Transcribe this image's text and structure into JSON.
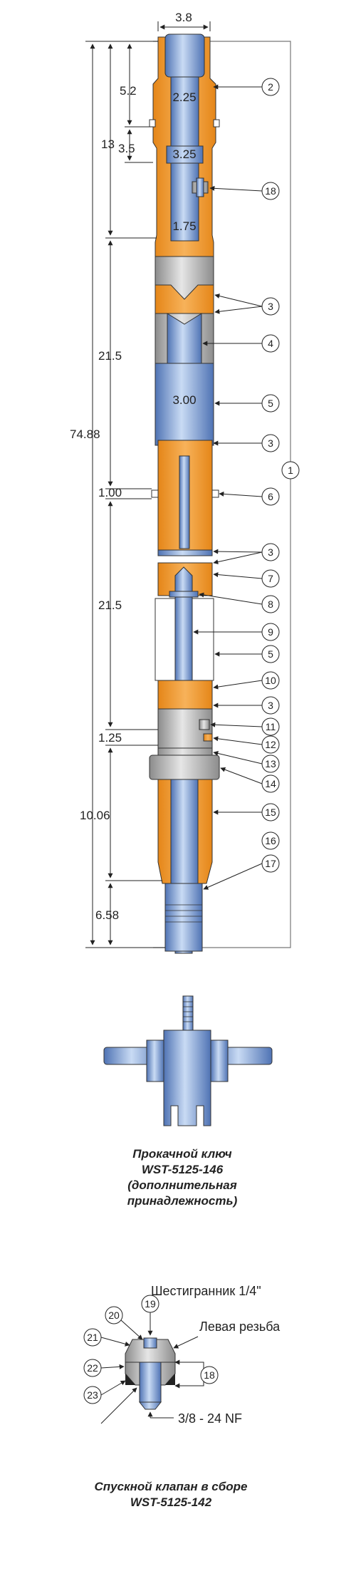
{
  "colors": {
    "body_orange": "#f29a2e",
    "body_orange_dark": "#d97a12",
    "steel_blue": "#7a9fd6",
    "steel_blue_light": "#c7d8f2",
    "steel_blue_dark": "#3d5f9e",
    "gray_part": "#b8b8b8",
    "line": "#222222"
  },
  "tool": {
    "top_width": "3.8",
    "left_dims": [
      "5.2",
      "13",
      "3.5",
      "21.5",
      "74.88",
      "1.00",
      "21.5",
      "1.25",
      "10.06",
      "6.58"
    ],
    "inner_dims": [
      "2.25",
      "3.25",
      "1.75",
      "3.00"
    ],
    "callouts": [
      "2",
      "18",
      "3",
      "4",
      "5",
      "3",
      "6",
      "3",
      "7",
      "8",
      "9",
      "5",
      "10",
      "3",
      "11",
      "12",
      "13",
      "14",
      "15",
      "16",
      "17"
    ],
    "circle_1": "1"
  },
  "wrench": {
    "caption": [
      "Прокачной ключ",
      "WST-5125-146",
      "(дополнительная",
      "принадлежность)"
    ]
  },
  "valve": {
    "label_hex": "Шестигранник 1/4\"",
    "label_left_thread": "Левая резьба",
    "label_thread": "3/8 - 24 NF",
    "callouts": [
      "19",
      "20",
      "21",
      "22",
      "23",
      "18"
    ],
    "caption": [
      "Спускной клапан в сборе",
      "WST-5125-142"
    ]
  }
}
